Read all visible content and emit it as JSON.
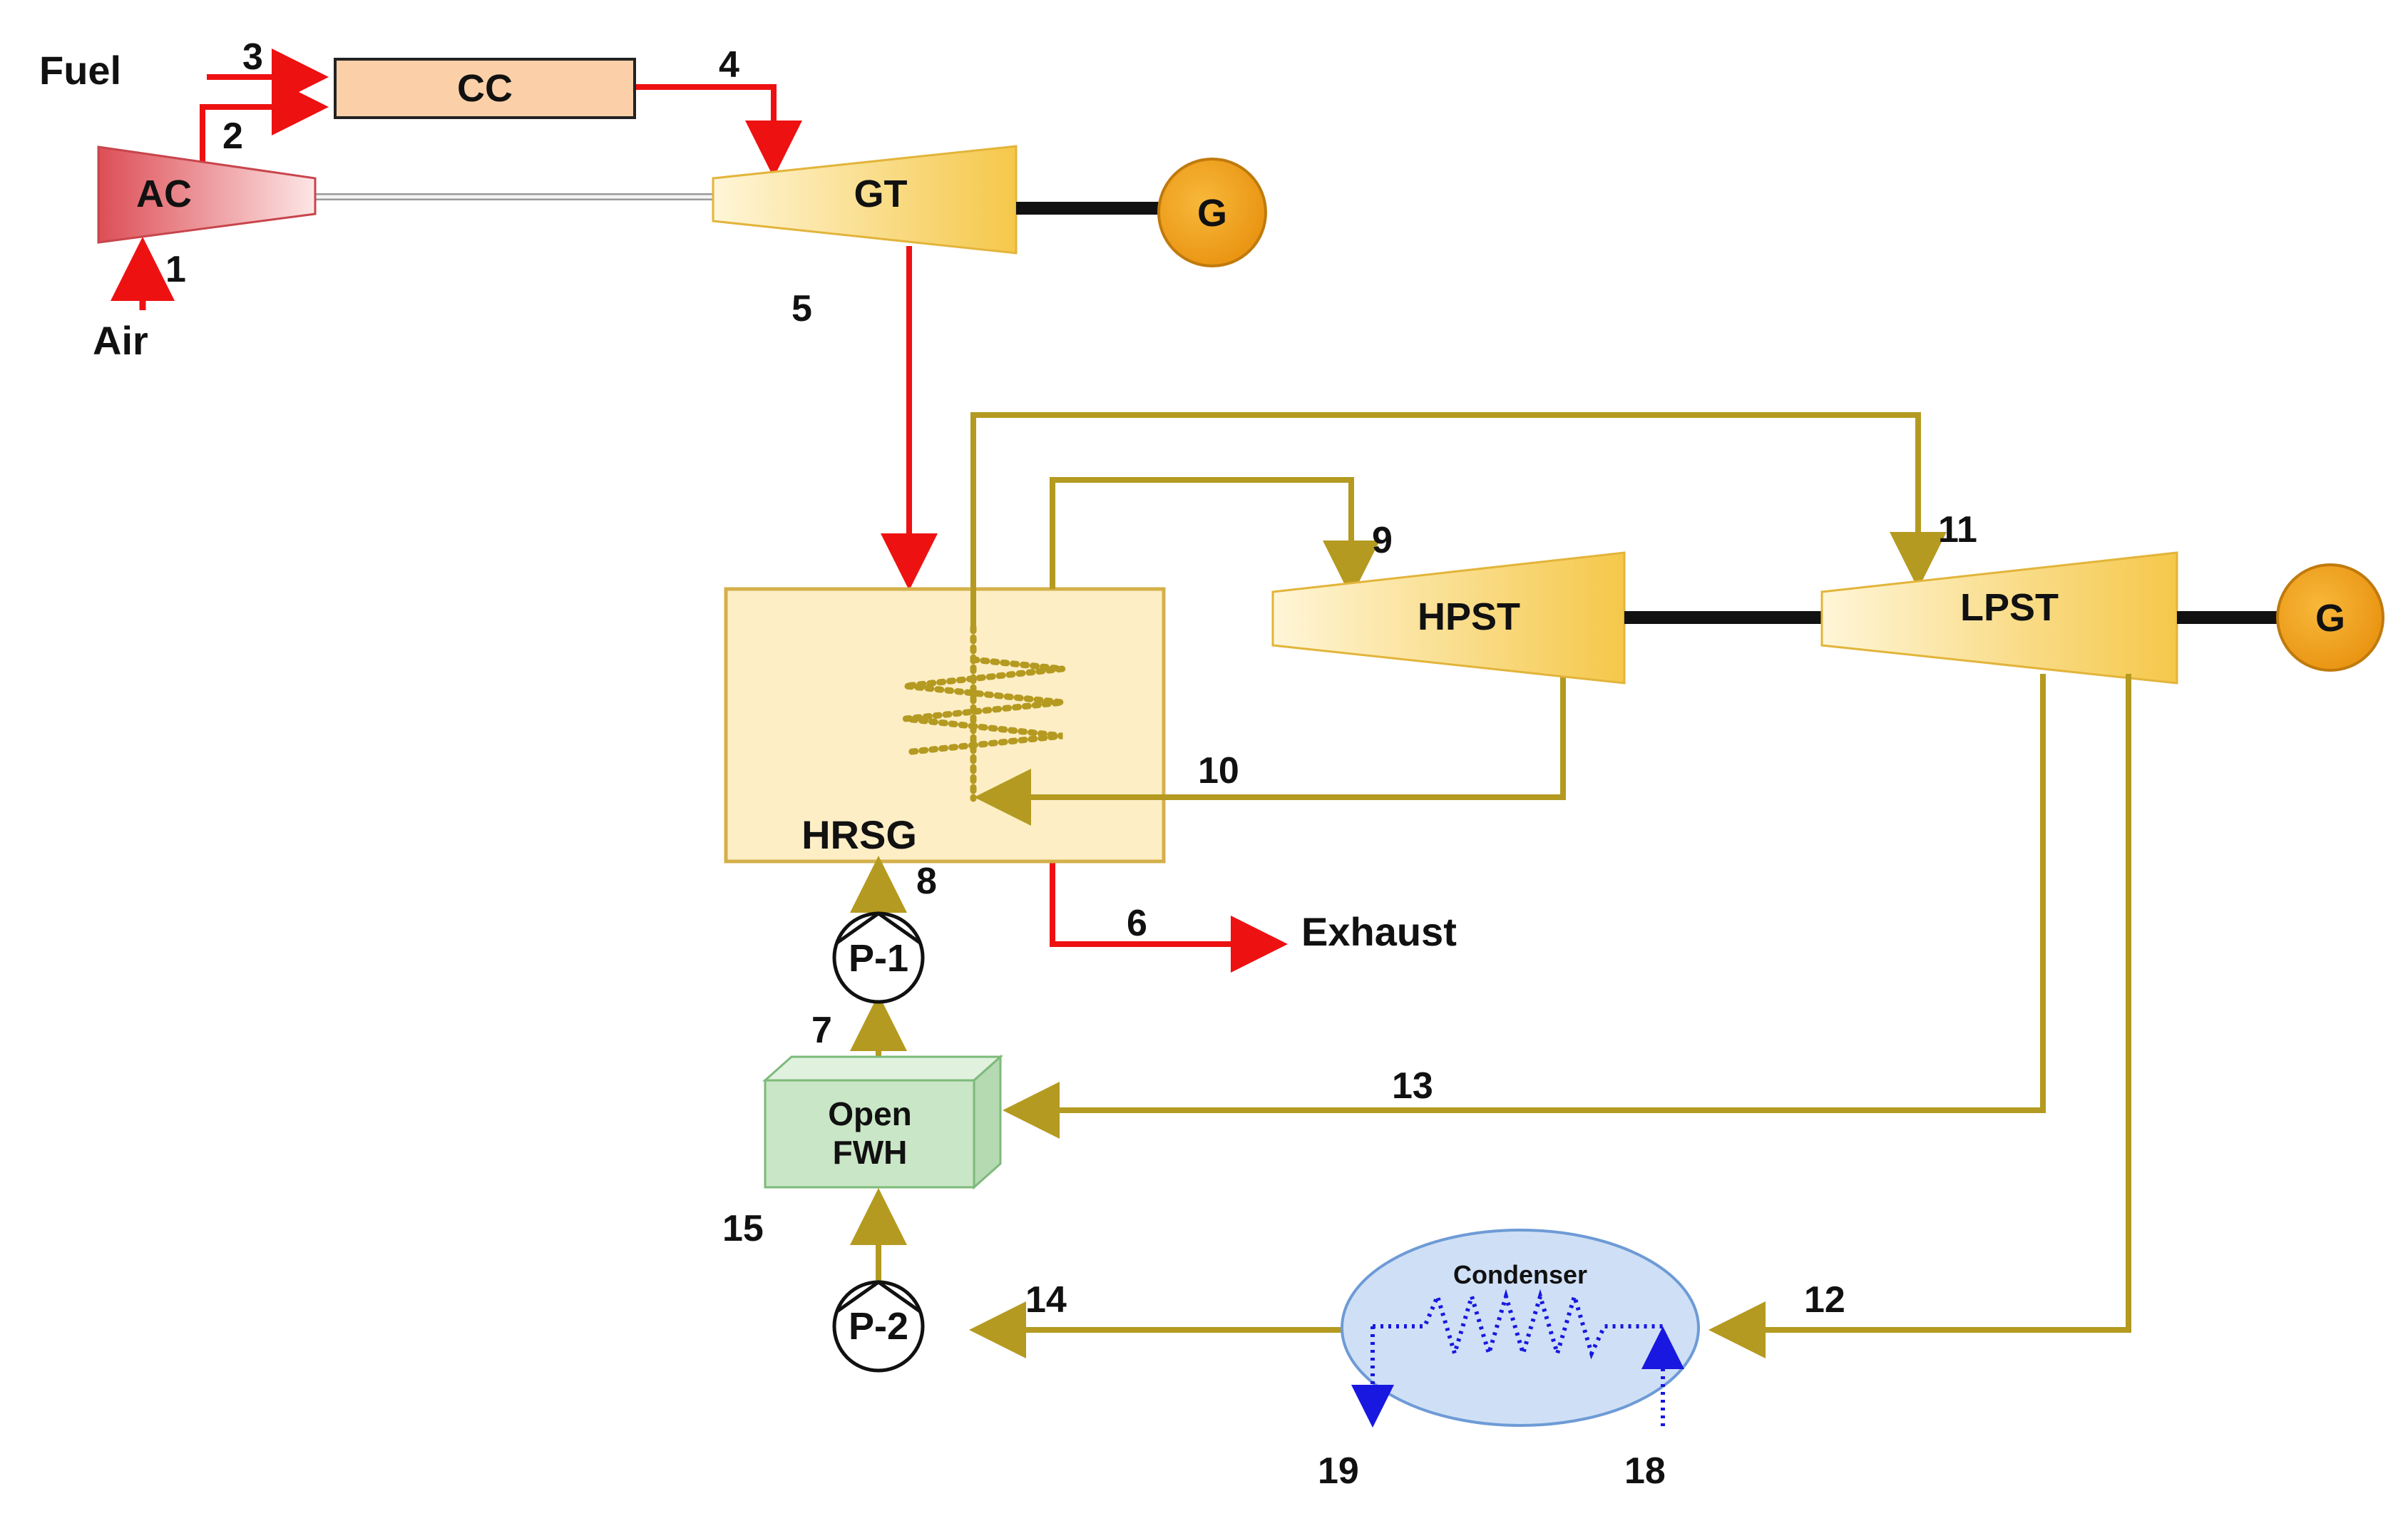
{
  "colors": {
    "gas": "#ee1111",
    "steam": "#b49a20",
    "cooling": "#1818e0",
    "shaft": "#111111",
    "generator": "#f0a016",
    "turbine_light": "#fff4d0",
    "turbine_dark": "#f5c84a",
    "compressor": "#e05a60",
    "combustor": "#fbd0a8",
    "hrsg": "#fdeec6",
    "fwh": "#c9e6c6",
    "condenser": "#cfe0f6"
  },
  "components": {
    "compressor": "AC",
    "combustor": "CC",
    "gas_turbine": "GT",
    "generator_1": "G",
    "generator_2": "G",
    "hrsg": "HRSG",
    "hp_turbine": "HPST",
    "lp_turbine": "LPST",
    "pump_1": "P-1",
    "pump_2": "P-2",
    "fwh_line1": "Open",
    "fwh_line2": "FWH",
    "condenser": "Condenser"
  },
  "labels": {
    "fuel": "Fuel",
    "air": "Air",
    "exhaust": "Exhaust"
  },
  "states": {
    "s1": "1",
    "s2": "2",
    "s3": "3",
    "s4": "4",
    "s5": "5",
    "s6": "6",
    "s7": "7",
    "s8": "8",
    "s9": "9",
    "s10": "10",
    "s11": "11",
    "s12": "12",
    "s13": "13",
    "s14": "14",
    "s15": "15",
    "s18": "18",
    "s19": "19"
  }
}
